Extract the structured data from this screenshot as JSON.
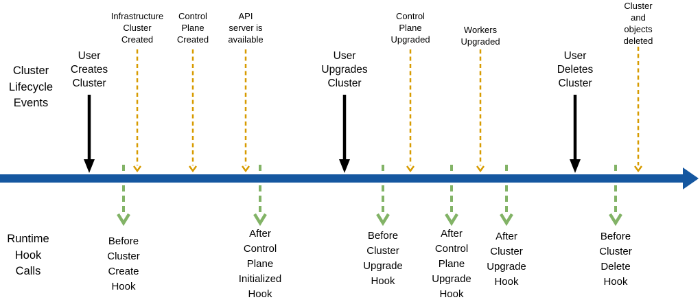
{
  "colors": {
    "timeline": "#1557a0",
    "milestone": "#d79b00",
    "hook": "#82b366",
    "user_action": "#000000"
  },
  "sections": {
    "lifecycle_label": "Cluster\nLifecycle\nEvents",
    "hooks_label": "Runtime\nHook\nCalls"
  },
  "user_events": [
    {
      "label": "User\nCreates\nCluster"
    },
    {
      "label": "User\nUpgrades\nCluster"
    },
    {
      "label": "User\nDeletes\nCluster"
    }
  ],
  "milestones": [
    {
      "label": "Infrastructure\nCluster\nCreated"
    },
    {
      "label": "Control\nPlane\nCreated"
    },
    {
      "label": "API\nserver is\navailable"
    },
    {
      "label": "Control\nPlane\nUpgraded"
    },
    {
      "label": "Workers\nUpgraded"
    },
    {
      "label": "Cluster\nand\nobjects\ndeleted"
    }
  ],
  "hooks": [
    {
      "label": "Before\nCluster\nCreate\nHook"
    },
    {
      "label": "After\nControl\nPlane\nInitialized\nHook"
    },
    {
      "label": "Before\nCluster\nUpgrade\nHook"
    },
    {
      "label": "After\nControl\nPlane\nUpgrade\nHook"
    },
    {
      "label": "After\nCluster\nUpgrade\nHook"
    },
    {
      "label": "Before\nCluster\nDelete\nHook"
    }
  ]
}
